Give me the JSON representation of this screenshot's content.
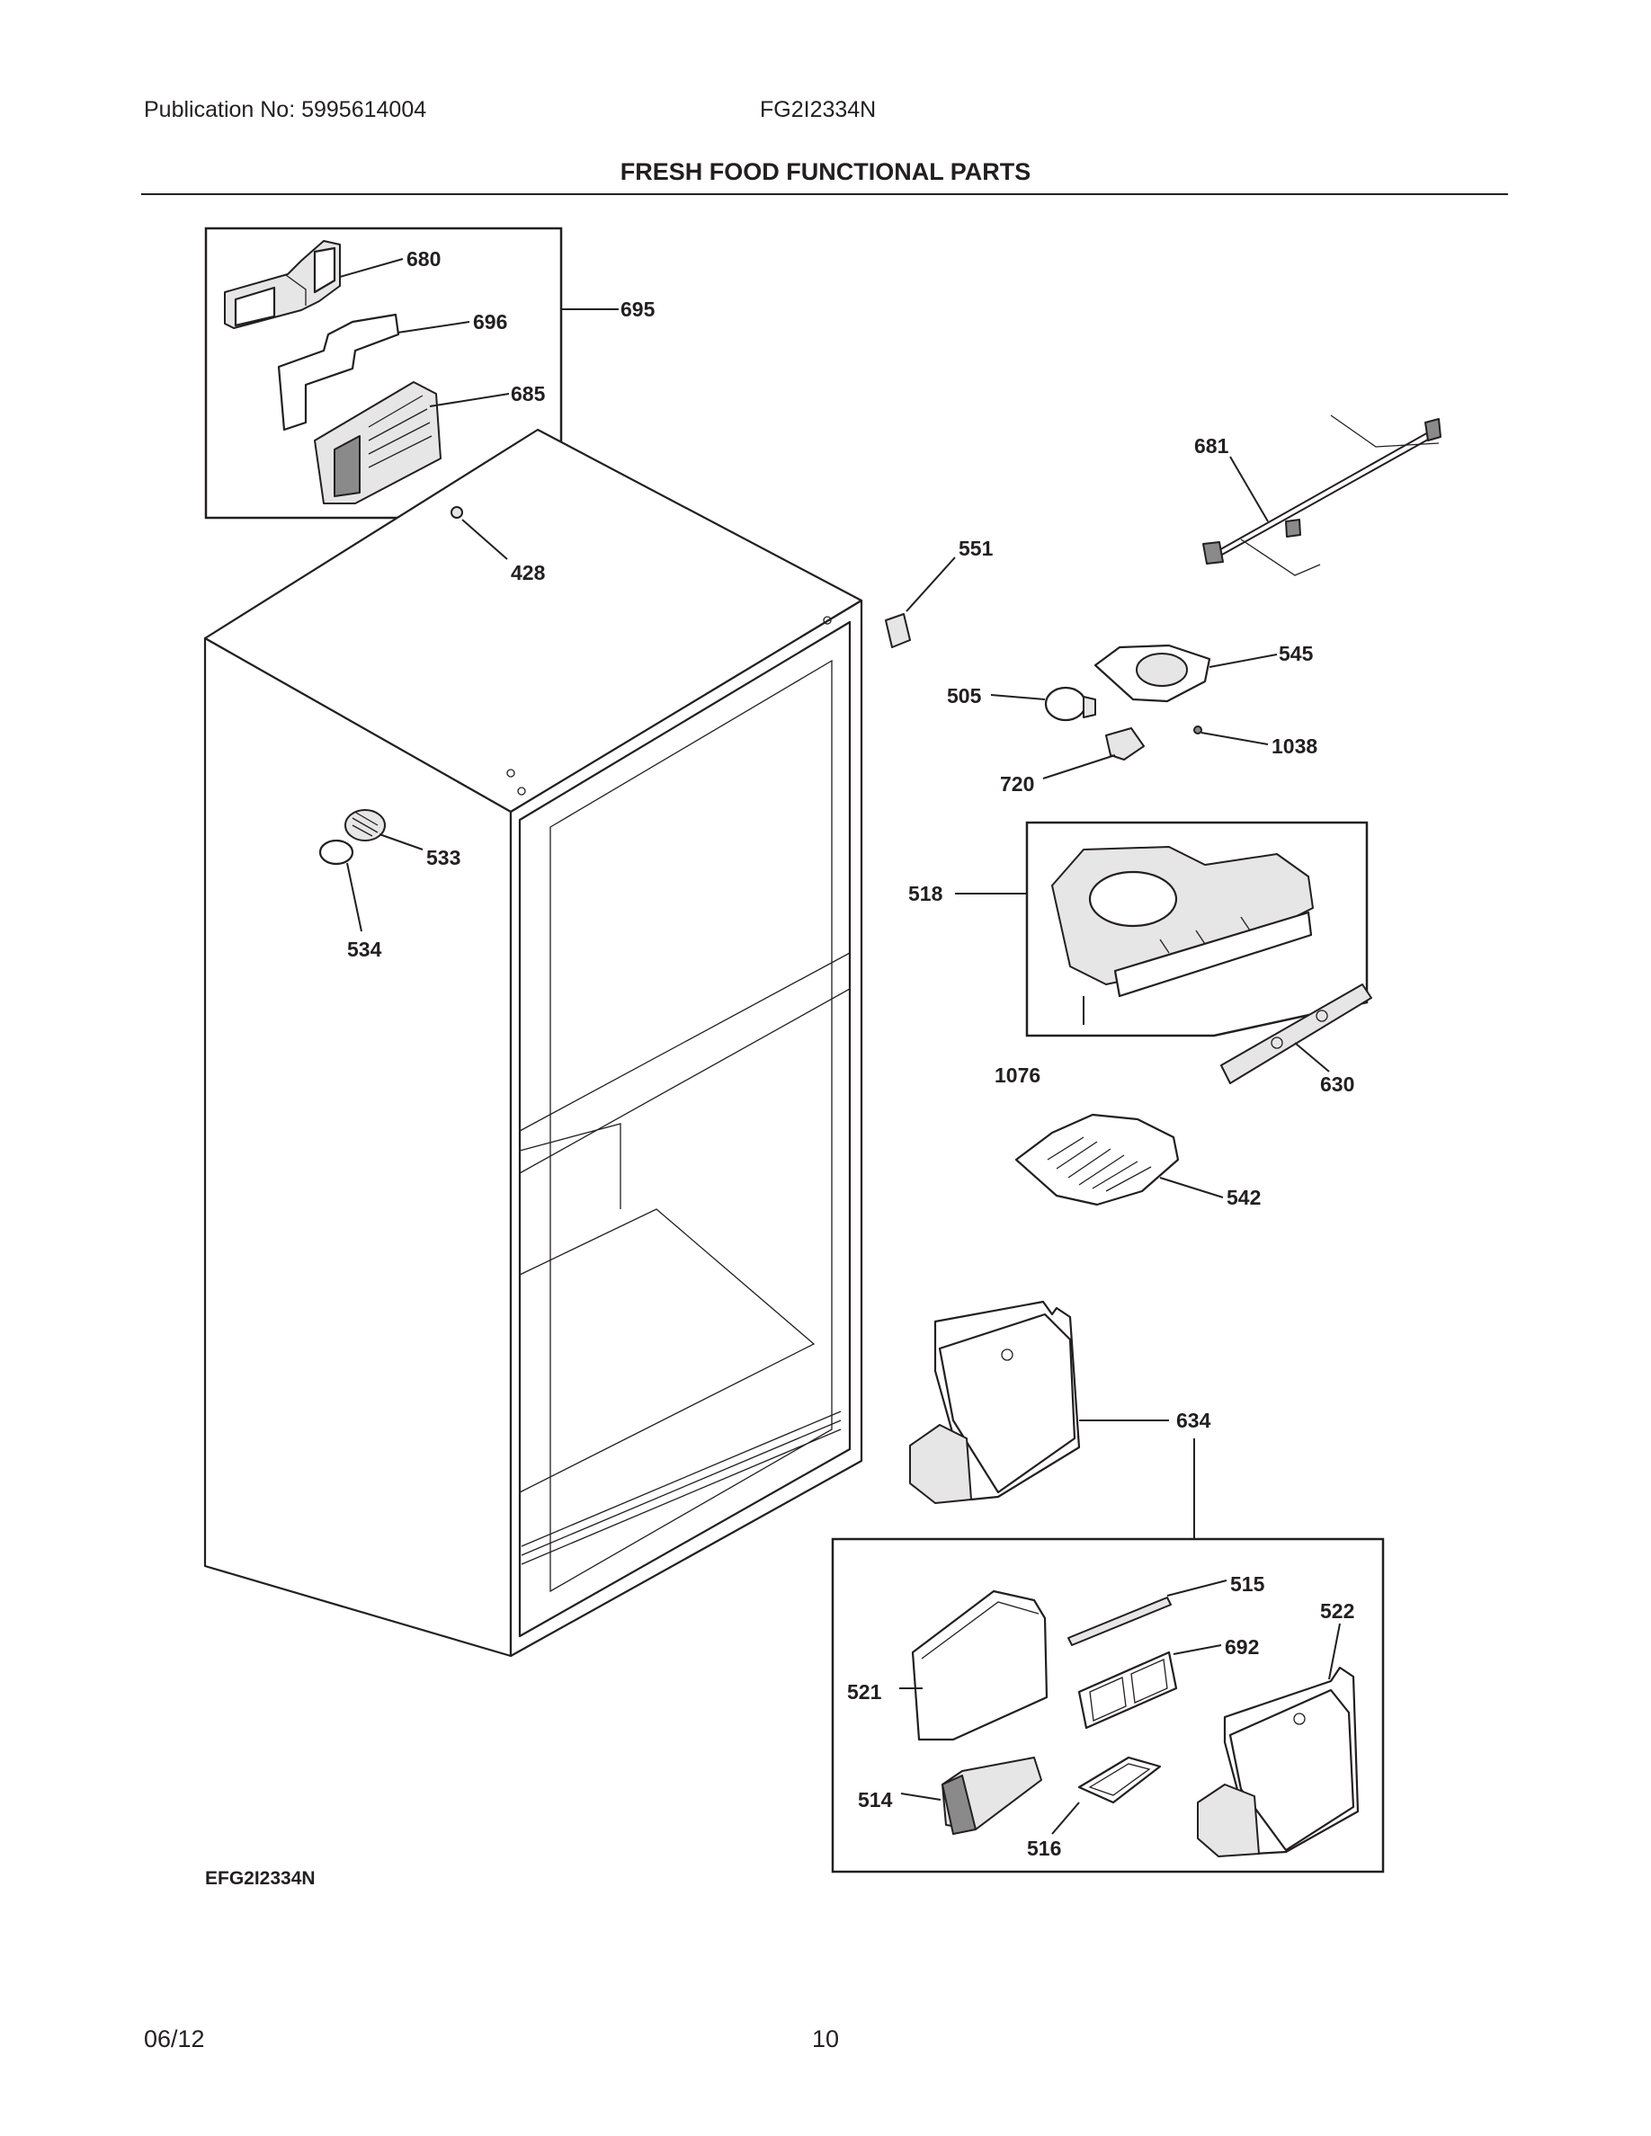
{
  "header": {
    "publication": "Publication No: 5995614004",
    "model": "FG2I2334N",
    "title": "FRESH FOOD FUNCTIONAL PARTS"
  },
  "callouts": {
    "c680": "680",
    "c696": "696",
    "c695": "695",
    "c685": "685",
    "c681": "681",
    "c428": "428",
    "c551": "551",
    "c545": "545",
    "c505": "505",
    "c1038": "1038",
    "c720": "720",
    "c533": "533",
    "c534": "534",
    "c518": "518",
    "c1076": "1076",
    "c630": "630",
    "c542": "542",
    "c634": "634",
    "c515": "515",
    "c522": "522",
    "c692": "692",
    "c521": "521",
    "c514": "514",
    "c516": "516"
  },
  "diagram_code": "EFG2I2334N",
  "footer": {
    "date": "06/12",
    "page": "10"
  }
}
